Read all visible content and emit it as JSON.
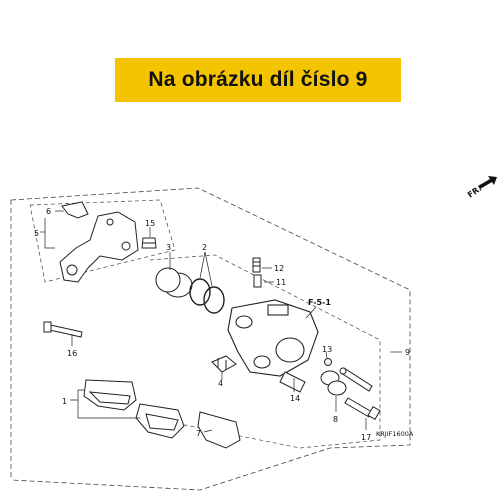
{
  "banner": {
    "text": "Na obrázku díl číslo 9",
    "color": "#f5c400"
  },
  "direction_label": "FR.",
  "section_ref": "F-5-1",
  "diagram_code": "KRJIF1600A",
  "callouts": [
    "1",
    "2",
    "3",
    "4",
    "5",
    "6",
    "7",
    "8",
    "9",
    "11",
    "12",
    "13",
    "14",
    "15",
    "16",
    "17"
  ]
}
